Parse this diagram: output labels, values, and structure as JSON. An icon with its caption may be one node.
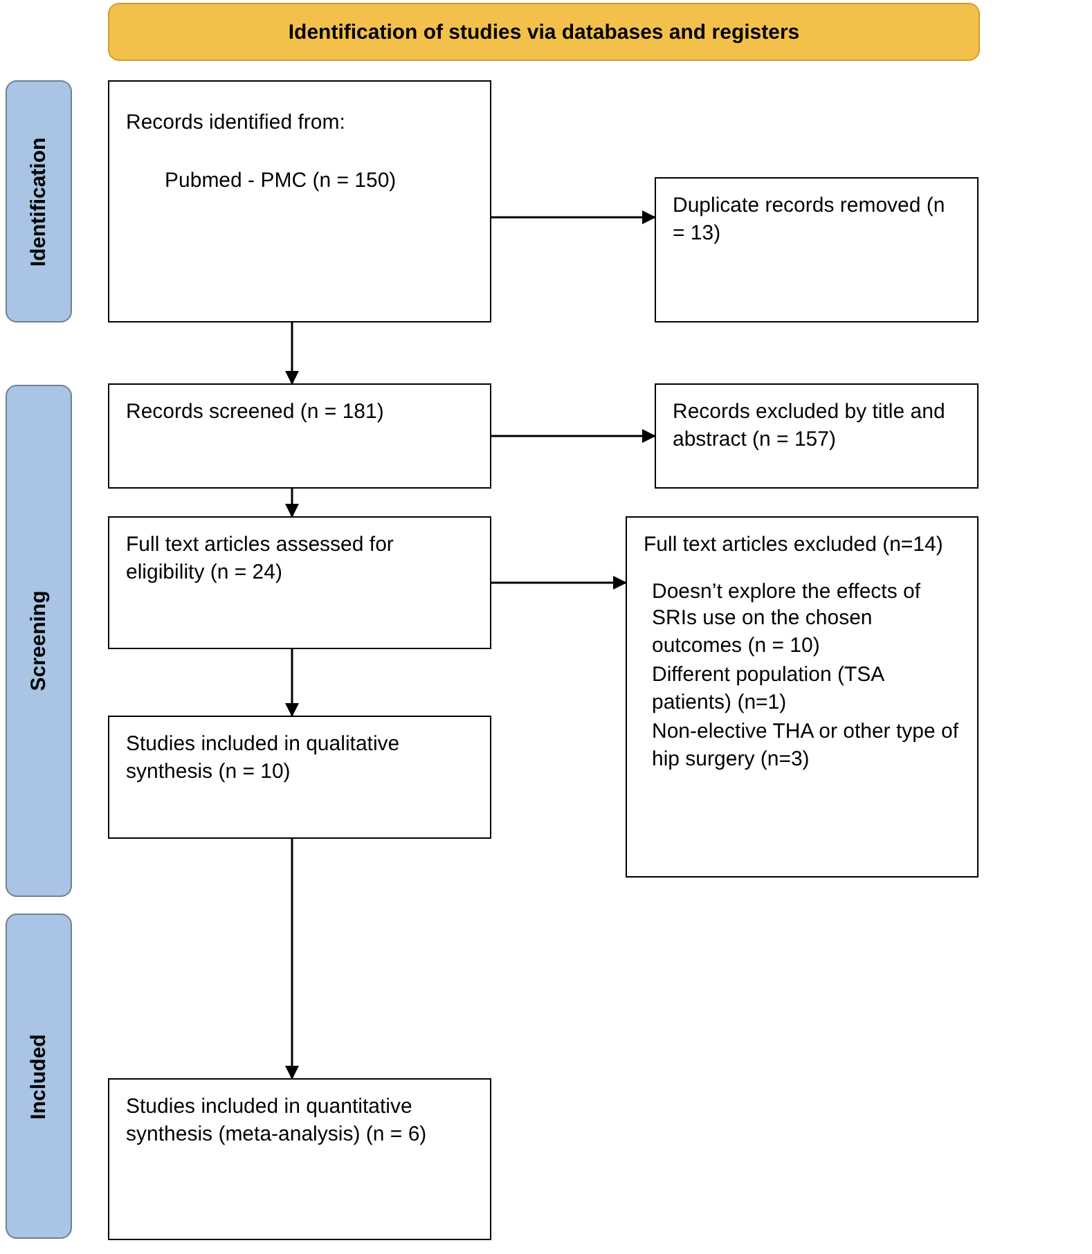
{
  "diagram": {
    "nodes": [
      {
        "text": [
          "Identification of studies via databases and registers"
        ]
      },
      {
        "text": [
          "Identification"
        ]
      },
      {
        "text": [
          "Screening"
        ]
      },
      {
        "text": [
          "Included"
        ]
      },
      {
        "text": [
          "Records identified from:",
          "Pubmed - PMC (n = 150)"
        ]
      },
      {
        "text": [
          "Duplicate records removed (n = 13)"
        ]
      },
      {
        "text": [
          "Records screened (n = 181)"
        ]
      },
      {
        "text": [
          "Records excluded by title and abstract (n = 157)"
        ]
      },
      {
        "text": [
          "Full text articles assessed for eligibility (n = 24)"
        ]
      },
      {
        "text": [
          "Full text articles excluded (n=14)",
          "Doesn’t explore the effects of SRIs use on the chosen outcomes (n = 10)",
          "Different population (TSA patients) (n=1)",
          "Non-elective THA or other type of hip surgery (n=3)"
        ]
      },
      {
        "text": [
          "Studies included in qualitative synthesis (n = 10)"
        ]
      },
      {
        "text": [
          "Studies included in quantitative synthesis (meta-analysis) (n = 6)"
        ]
      }
    ],
    "edges": [
      {
        "from": 4,
        "to": 5,
        "arrow": "to"
      },
      {
        "from": 4,
        "to": 6,
        "arrow": "to"
      },
      {
        "from": 6,
        "to": 7,
        "arrow": "to"
      },
      {
        "from": 6,
        "to": 8,
        "arrow": "to"
      },
      {
        "from": 8,
        "to": 9,
        "arrow": "to"
      },
      {
        "from": 8,
        "to": 10,
        "arrow": "to"
      },
      {
        "from": 10,
        "to": 11,
        "arrow": "to"
      }
    ]
  }
}
